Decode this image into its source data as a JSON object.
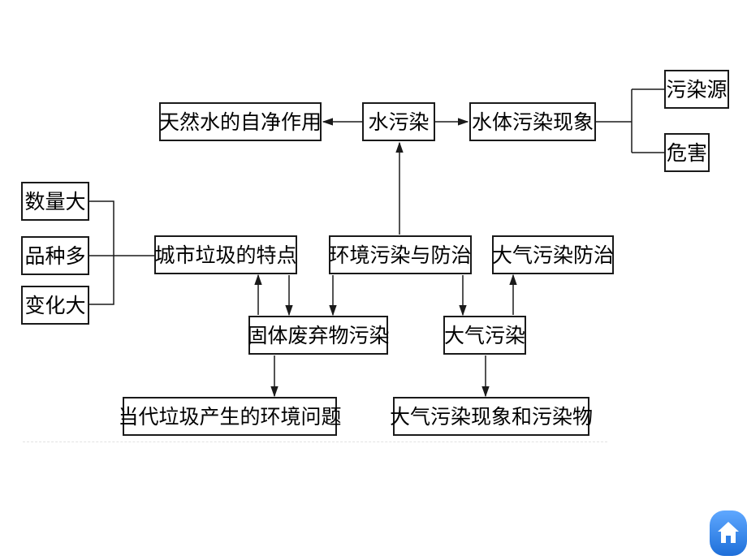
{
  "nodes": {
    "tianran": "天然水的自净作用",
    "shuiwuran": "水污染",
    "shuiti": "水体污染现象",
    "wuranyuan": "污染源",
    "weihai": "危害",
    "shuliang": "数量大",
    "pinzhong": "品种多",
    "bianhua": "变化大",
    "chengshi": "城市垃圾的特点",
    "huanjing": "环境污染与防治",
    "daqifangzhi": "大气污染防治",
    "guti": "固体废弃物污染",
    "daqiwuran": "大气污染",
    "dangdai": "当代垃圾产生的环境问题",
    "daqixianxiang": "大气污染现象和污染物"
  },
  "home_button": {
    "icon": "home-icon",
    "color": "#1e6fd9"
  }
}
